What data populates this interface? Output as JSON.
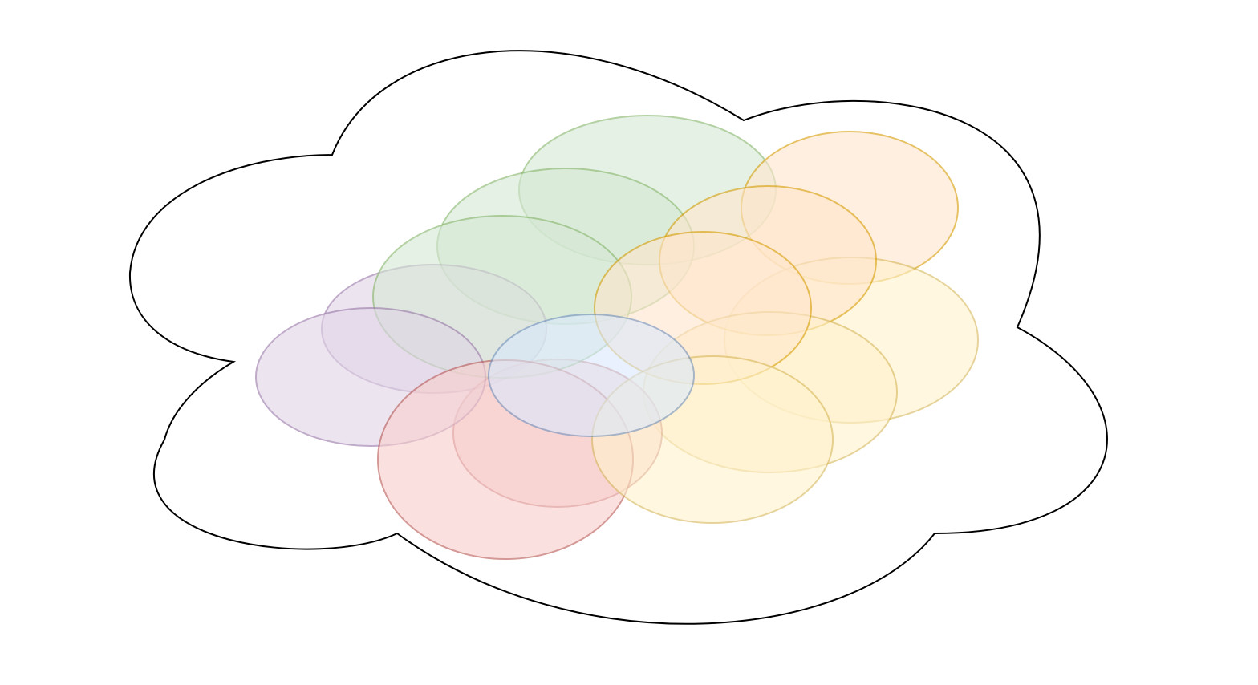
{
  "diagram": {
    "outline_shape": "cloud",
    "outline_stroke": "#000000",
    "outline_fill": "#ffffff",
    "blob_opacity": 0.6,
    "palette": {
      "green": {
        "fill": "#d5e8d4",
        "stroke": "#82b366"
      },
      "orange": {
        "fill": "#ffe6cc",
        "stroke": "#d79b00"
      },
      "yellow": {
        "fill": "#fff2cc",
        "stroke": "#d6b656"
      },
      "purple": {
        "fill": "#e1d5e7",
        "stroke": "#9673a6"
      },
      "red": {
        "fill": "#f8cecc",
        "stroke": "#b85450"
      },
      "blue": {
        "fill": "#dae8fc",
        "stroke": "#6c8ebf"
      }
    },
    "blobs": [
      {
        "name": "green-ellipse-1",
        "color": "green"
      },
      {
        "name": "orange-ellipse-1",
        "color": "orange"
      },
      {
        "name": "yellow-ellipse-1",
        "color": "yellow"
      },
      {
        "name": "green-ellipse-2",
        "color": "green"
      },
      {
        "name": "orange-ellipse-2",
        "color": "orange"
      },
      {
        "name": "yellow-ellipse-2",
        "color": "yellow"
      },
      {
        "name": "purple-ellipse-1",
        "color": "purple"
      },
      {
        "name": "red-ellipse-1",
        "color": "red"
      },
      {
        "name": "green-ellipse-3",
        "color": "green"
      },
      {
        "name": "orange-ellipse-3",
        "color": "orange"
      },
      {
        "name": "purple-ellipse-2",
        "color": "purple"
      },
      {
        "name": "red-ellipse-2",
        "color": "red"
      },
      {
        "name": "yellow-ellipse-3",
        "color": "yellow"
      },
      {
        "name": "blue-ellipse-1",
        "color": "blue"
      }
    ]
  }
}
